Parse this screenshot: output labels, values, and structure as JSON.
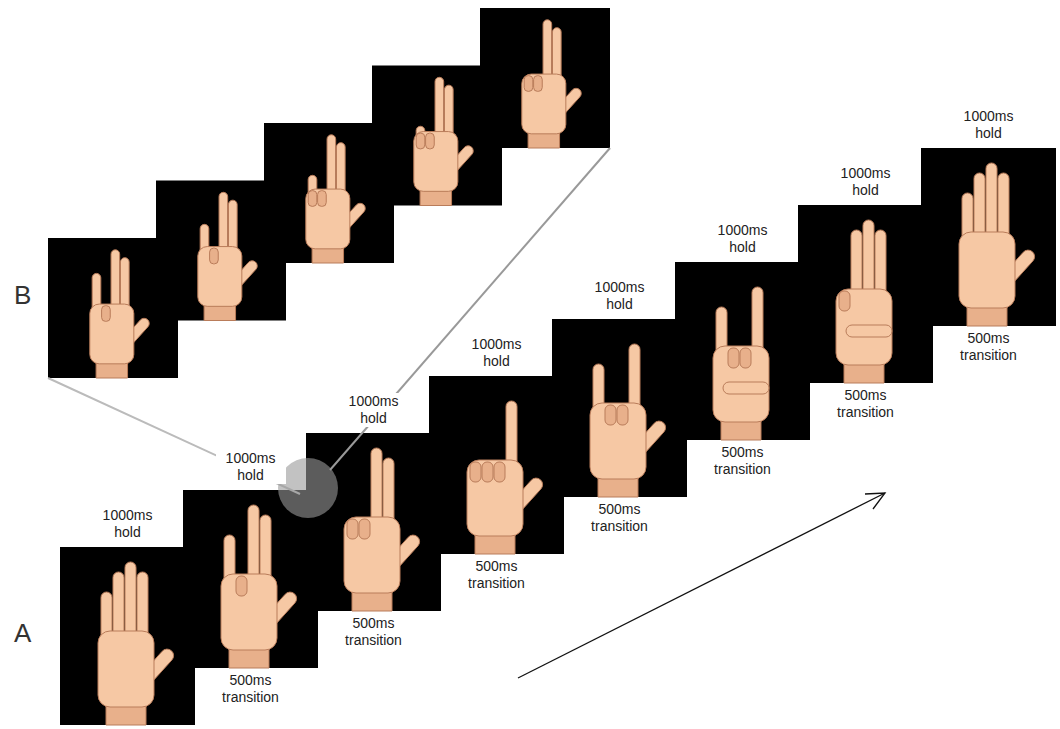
{
  "diagram": {
    "labels": [
      "B",
      "A",
      "1000ms hold",
      "1000ms hold",
      "500ms transition",
      "1000ms hold",
      "500ms transition",
      "1000ms hold",
      "500ms transition",
      "1000ms hold",
      "500ms transition",
      "1000ms hold",
      "500ms transition",
      "1000ms hold",
      "500ms transition",
      "1000ms hold",
      "500ms transition"
    ]
  }
}
